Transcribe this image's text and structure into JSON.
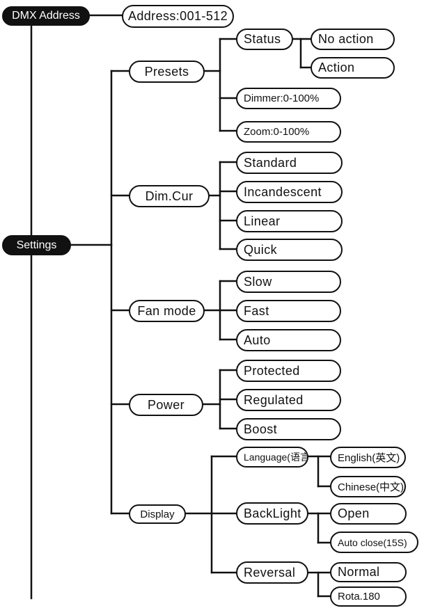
{
  "dmx": {
    "label": "DMX Address",
    "address": "Address:001-512"
  },
  "settings": {
    "label": "Settings",
    "presets": {
      "label": "Presets",
      "status": {
        "label": "Status",
        "options": [
          "No action",
          "Action"
        ]
      },
      "dimmer": "Dimmer:0-100%",
      "zoom": "Zoom:0-100%"
    },
    "dim_cur": {
      "label": "Dim.Cur",
      "options": [
        "Standard",
        "Incandescent",
        "Linear",
        "Quick"
      ]
    },
    "fan_mode": {
      "label": "Fan mode",
      "options": [
        "Slow",
        "Fast",
        "Auto"
      ]
    },
    "power": {
      "label": "Power",
      "options": [
        "Protected",
        "Regulated",
        "Boost"
      ]
    },
    "display": {
      "label": "Display",
      "language": {
        "label": "Language(语言)",
        "options": [
          "English(英文)",
          "Chinese(中文)"
        ]
      },
      "backlight": {
        "label": "BackLight",
        "options": [
          "Open",
          "Auto close(15S)"
        ]
      },
      "reversal": {
        "label": "Reversal",
        "options": [
          "Normal",
          "Rota.180"
        ]
      }
    }
  }
}
